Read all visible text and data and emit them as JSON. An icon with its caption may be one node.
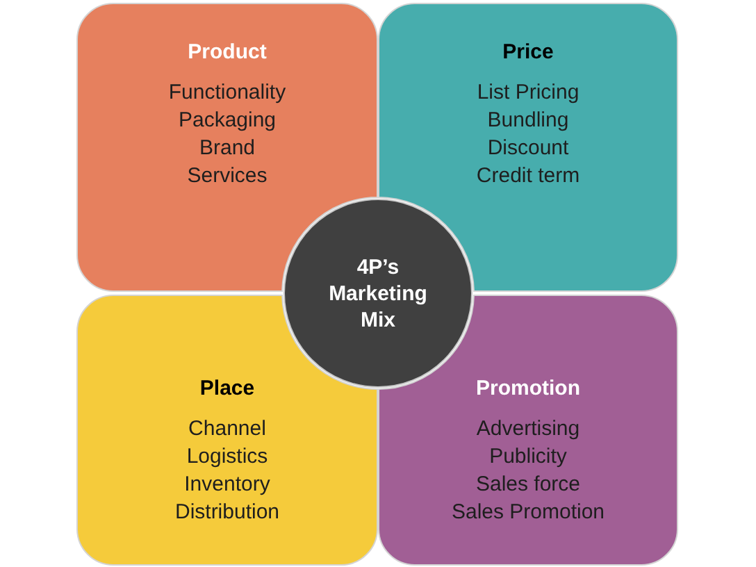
{
  "diagram": {
    "nodes": [
      {
        "text": [
          "Product",
          "Functionality",
          "Packaging",
          "Brand",
          "Services"
        ]
      },
      {
        "text": [
          "Price",
          "List Pricing",
          "Bundling",
          "Discount",
          "Credit term"
        ]
      },
      {
        "text": [
          "4P’s Marketing Mix"
        ]
      },
      {
        "text": [
          "Place",
          "Channel",
          "Logistics",
          "Inventory",
          "Distribution"
        ]
      },
      {
        "text": [
          "Promotion",
          "Advertising",
          "Publicity",
          "Sales force",
          "Sales Promotion"
        ]
      }
    ]
  }
}
